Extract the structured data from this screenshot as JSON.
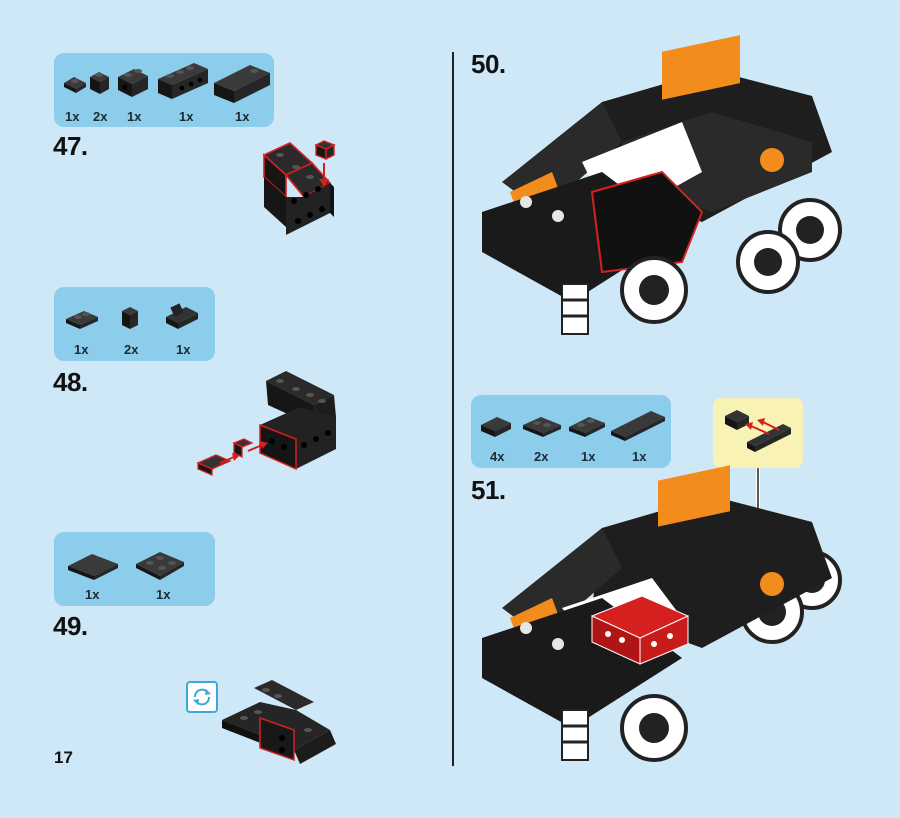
{
  "page": {
    "number": "17"
  },
  "steps": [
    {
      "id": "47",
      "label": "47.",
      "parts_qty": [
        "1x",
        "2x",
        "1x",
        "1x",
        "1x"
      ]
    },
    {
      "id": "48",
      "label": "48.",
      "parts_qty": [
        "1x",
        "2x",
        "1x"
      ]
    },
    {
      "id": "49",
      "label": "49.",
      "parts_qty": [
        "1x",
        "1x"
      ]
    },
    {
      "id": "50",
      "label": "50."
    },
    {
      "id": "51",
      "label": "51.",
      "parts_qty": [
        "4x",
        "2x",
        "1x",
        "1x"
      ]
    }
  ],
  "colors": {
    "background": "#cfe8f7",
    "parts_box": "#8ccdeb",
    "callout": "#f8f3b4",
    "brick_black": "#1c1c1c",
    "highlight_red": "#d62020",
    "accent_orange": "#f28c1c"
  },
  "icons": [
    "rotate-model-icon",
    "arrow-icon"
  ]
}
